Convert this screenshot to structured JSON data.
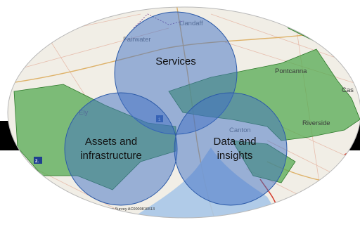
{
  "diagram": {
    "type": "venn",
    "circles": [
      {
        "label_lines": [
          "Services"
        ]
      },
      {
        "label_lines": [
          "Assets and",
          "infrastructure"
        ]
      },
      {
        "label_lines": [
          "Data and",
          "insights"
        ]
      }
    ]
  },
  "map": {
    "place_labels": [
      "Llandaff",
      "Fairwater",
      "Pontcanna",
      "Cas",
      "Riverside",
      "Ely",
      "Canton"
    ],
    "badges": [
      "2.",
      "1"
    ],
    "copyright": "ance Survey AC0000816513"
  },
  "colors": {
    "venn_fill": "#3f6fc4",
    "green_area": "#4fa84c",
    "water": "#a9c6e8",
    "background": "#ffffff"
  }
}
